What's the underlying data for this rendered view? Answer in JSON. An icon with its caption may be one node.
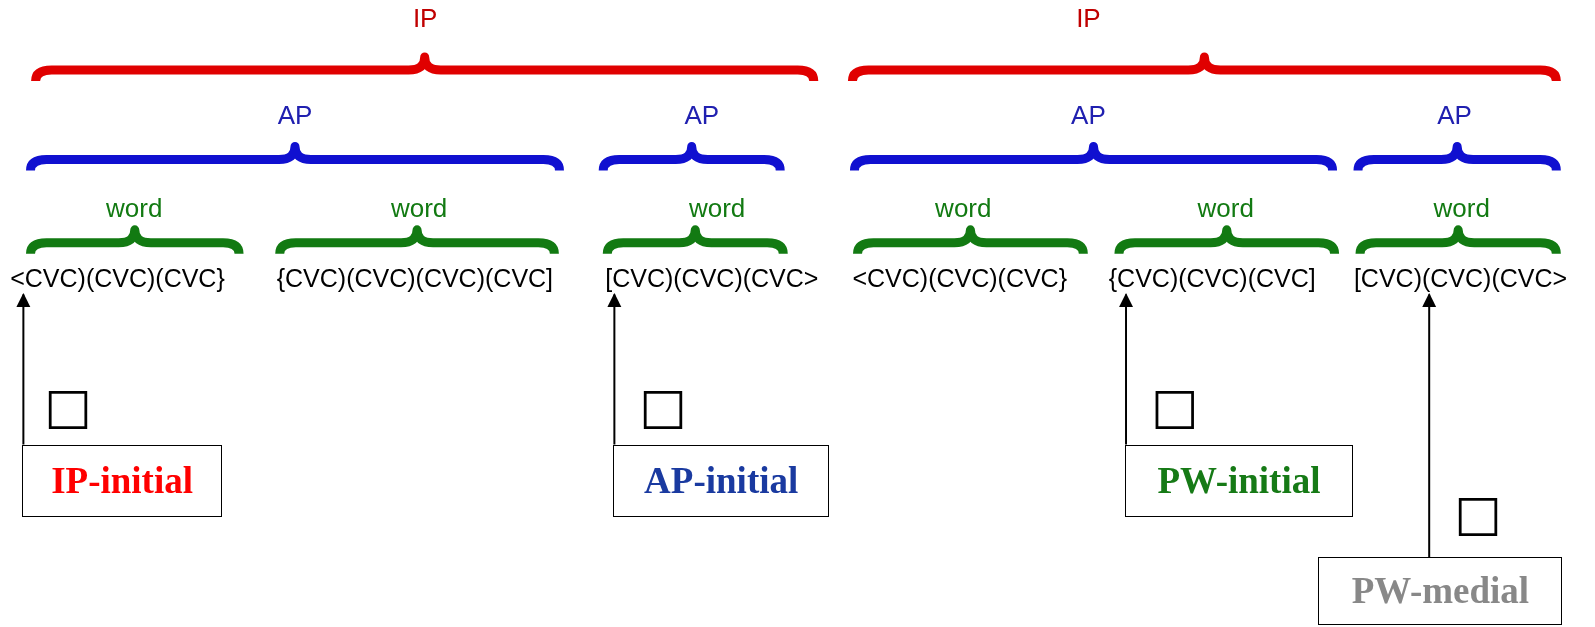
{
  "diagram": {
    "nodes": [
      {
        "text": [
          "<CVC)(CVC)(CVC}"
        ]
      },
      {
        "text": [
          "{CVC)(CVC)(CVC)(CVC]"
        ]
      },
      {
        "text": [
          "[CVC)(CVC)(CVC>"
        ]
      },
      {
        "text": [
          "<CVC)(CVC)(CVC}"
        ]
      },
      {
        "text": [
          "{CVC)(CVC)(CVC]"
        ]
      },
      {
        "text": [
          "[CVC)(CVC)(CVC>"
        ]
      },
      {
        "text": [
          "IP-initial"
        ]
      },
      {
        "text": [
          "AP-initial"
        ]
      },
      {
        "text": [
          "PW-initial"
        ]
      },
      {
        "text": [
          "PW-medial"
        ]
      }
    ],
    "edges": [
      {
        "from": 6,
        "to": 0,
        "arrow": "to"
      },
      {
        "from": 7,
        "to": 2,
        "arrow": "to"
      },
      {
        "from": 8,
        "to": 4,
        "arrow": "to"
      },
      {
        "from": 9,
        "to": 5,
        "arrow": "to"
      }
    ],
    "labels": [
      "IP",
      "IP",
      "AP",
      "AP",
      "AP",
      "AP",
      "word",
      "word",
      "word",
      "word",
      "word",
      "word",
      "□",
      "□",
      "□",
      "□"
    ]
  }
}
